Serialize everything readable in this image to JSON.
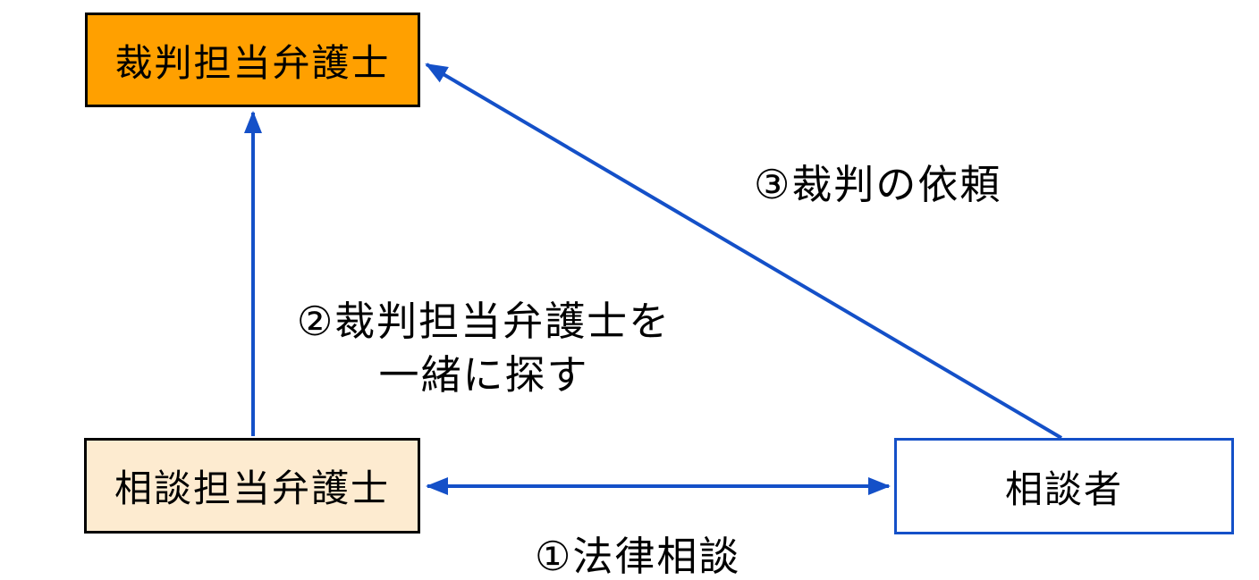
{
  "nodes": {
    "trial_lawyer": {
      "label": "裁判担当弁護士",
      "fill": "#FFA000",
      "border": "#000000"
    },
    "consult_lawyer": {
      "label": "相談担当弁護士",
      "fill": "#FDEBD0",
      "border": "#000000"
    },
    "client": {
      "label": "相談者",
      "fill": "#FFFFFF",
      "border": "#1450C8"
    }
  },
  "edges": {
    "step1": {
      "label": "①法律相談",
      "from": "相談担当弁護士",
      "to": "相談者",
      "direction": "bidirectional"
    },
    "step2": {
      "label_line1": "②裁判担当弁護士を",
      "label_line2": "一緒に探す",
      "from": "相談担当弁護士",
      "to": "裁判担当弁護士",
      "direction": "one-way-up"
    },
    "step3": {
      "label": "③裁判の依頼",
      "from": "相談者",
      "to": "裁判担当弁護士",
      "direction": "one-way-diagonal"
    }
  },
  "colors": {
    "arrow_blue": "#1450C8",
    "box_orange": "#FFA000",
    "box_cream": "#FDEBD0",
    "background": "#FFFFFF",
    "text": "#000000"
  }
}
